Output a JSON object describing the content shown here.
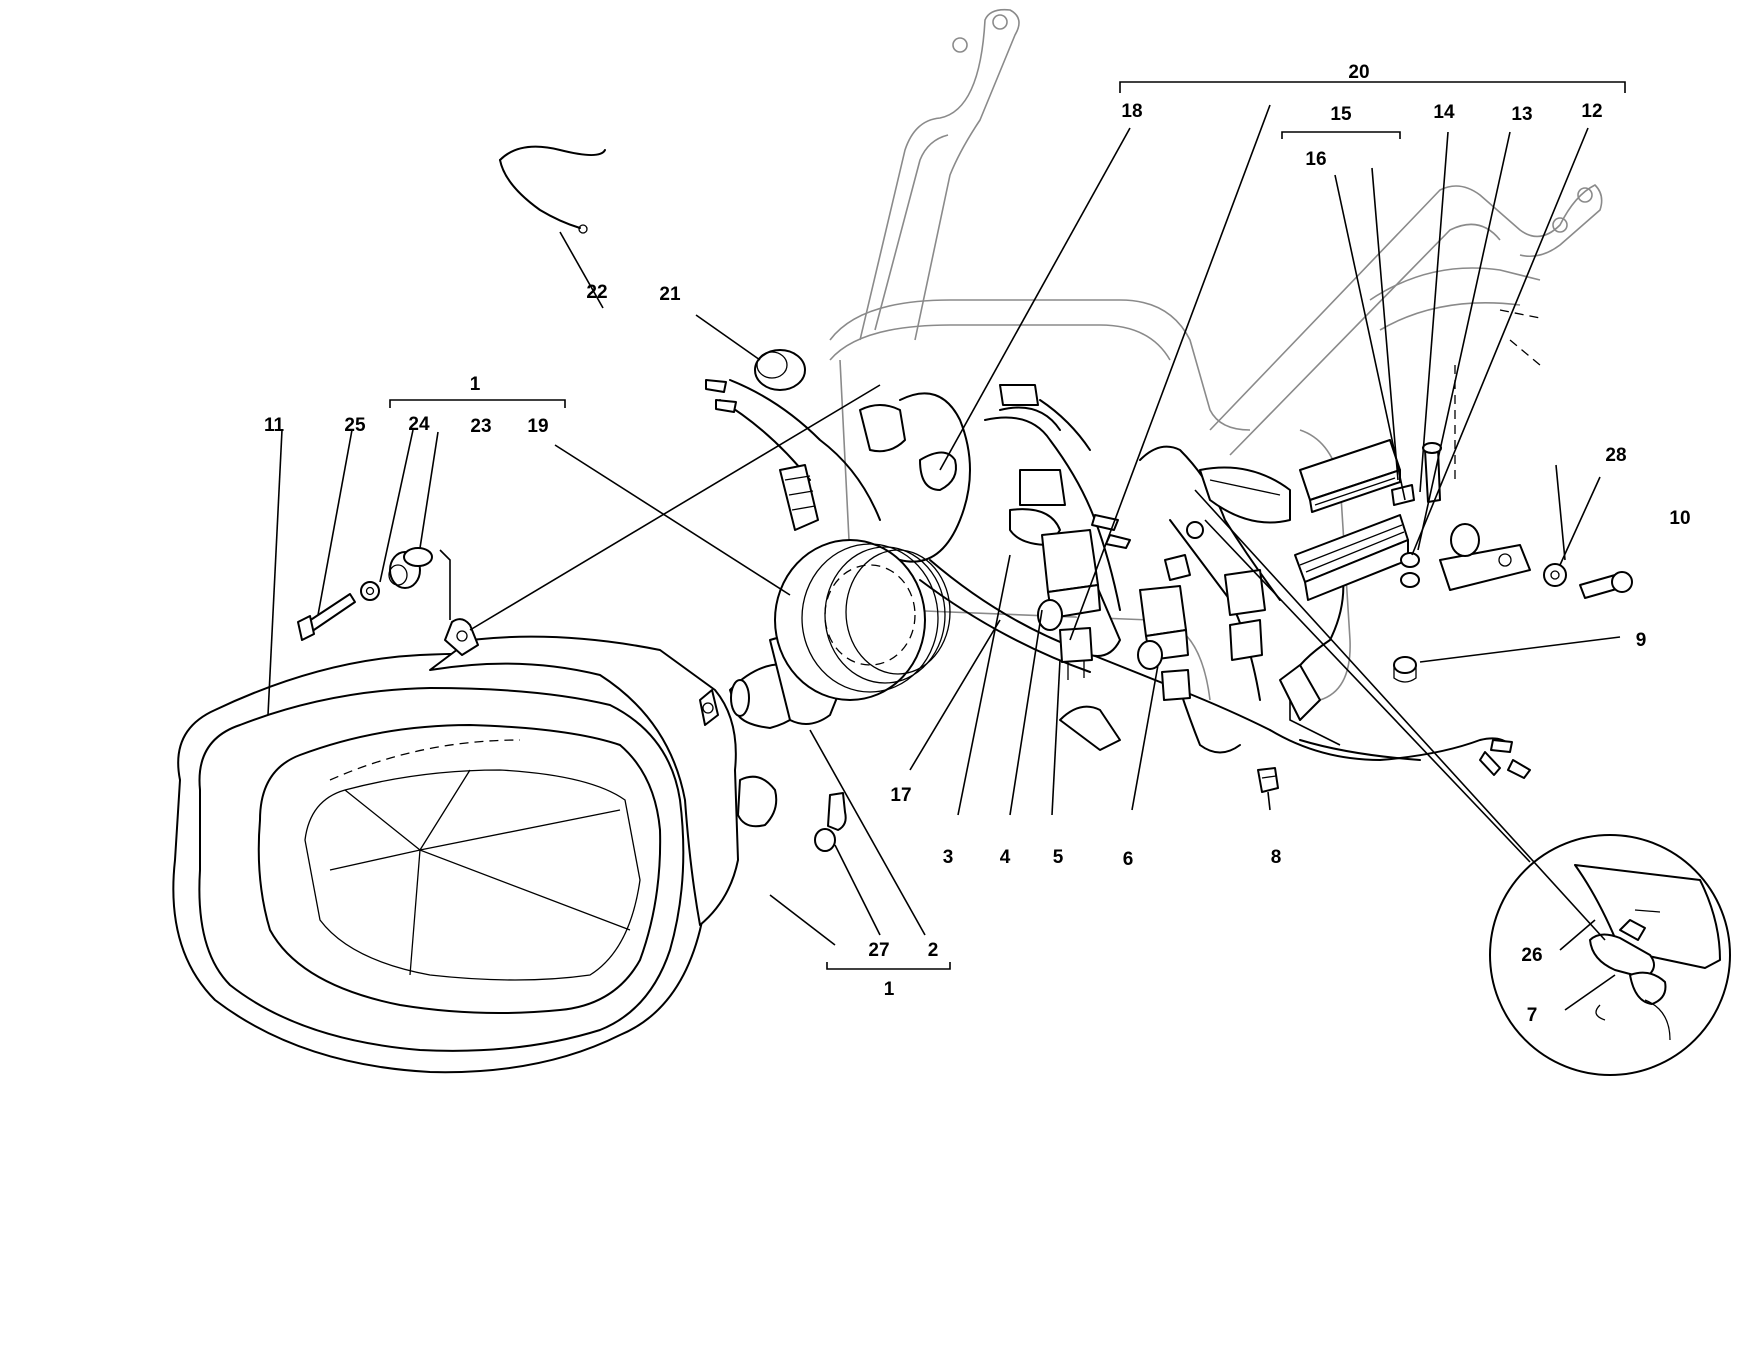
{
  "callouts": {
    "c1a": "1",
    "c1b": "1",
    "c2": "2",
    "c3": "3",
    "c4": "4",
    "c5": "5",
    "c6": "6",
    "c7": "7",
    "c8": "8",
    "c9": "9",
    "c10": "10",
    "c11": "11",
    "c12": "12",
    "c13": "13",
    "c14": "14",
    "c15": "15",
    "c16": "16",
    "c17": "17",
    "c18": "18",
    "c19": "19",
    "c20": "20",
    "c21": "21",
    "c22": "22",
    "c23": "23",
    "c24": "24",
    "c25": "25",
    "c26": "26",
    "c27": "27",
    "c28": "28"
  }
}
